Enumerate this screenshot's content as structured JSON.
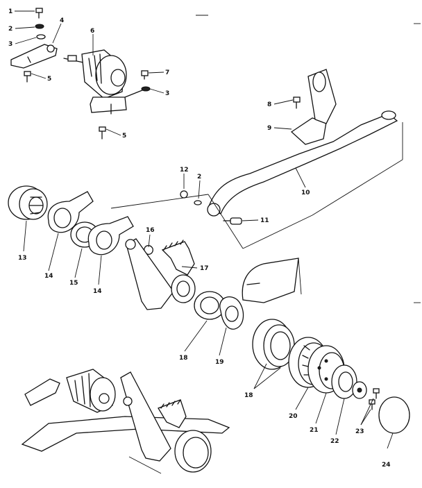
{
  "diagram": {
    "callouts": [
      {
        "id": "c1",
        "text": "1"
      },
      {
        "id": "c2a",
        "text": "2"
      },
      {
        "id": "c3a",
        "text": "3"
      },
      {
        "id": "c4",
        "text": "4"
      },
      {
        "id": "c5a",
        "text": "5"
      },
      {
        "id": "c6",
        "text": "6"
      },
      {
        "id": "c7",
        "text": "7"
      },
      {
        "id": "c3b",
        "text": "3"
      },
      {
        "id": "c5b",
        "text": "5"
      },
      {
        "id": "c8",
        "text": "8"
      },
      {
        "id": "c9",
        "text": "9"
      },
      {
        "id": "c10",
        "text": "10"
      },
      {
        "id": "c12",
        "text": "12"
      },
      {
        "id": "c2b",
        "text": "2"
      },
      {
        "id": "c11",
        "text": "11"
      },
      {
        "id": "c13",
        "text": "13"
      },
      {
        "id": "c14a",
        "text": "14"
      },
      {
        "id": "c15",
        "text": "15"
      },
      {
        "id": "c14b",
        "text": "14"
      },
      {
        "id": "c16",
        "text": "16"
      },
      {
        "id": "c17",
        "text": "17"
      },
      {
        "id": "c18a",
        "text": "18"
      },
      {
        "id": "c19",
        "text": "19"
      },
      {
        "id": "c18b",
        "text": "18"
      },
      {
        "id": "c20",
        "text": "20"
      },
      {
        "id": "c21",
        "text": "21"
      },
      {
        "id": "c22",
        "text": "22"
      },
      {
        "id": "c23",
        "text": "23"
      },
      {
        "id": "c24",
        "text": "24"
      }
    ]
  }
}
